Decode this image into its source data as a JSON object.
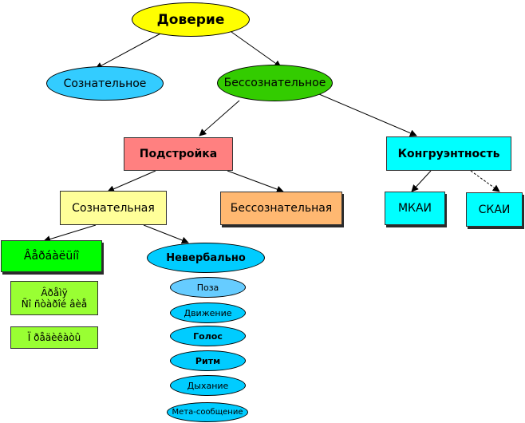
{
  "colors": {
    "yellow": "#ffff00",
    "blue_light": "#33ccff",
    "green": "#33cc00",
    "salmon": "#ff8080",
    "cyan": "#00ffff",
    "pale_yellow": "#ffff99",
    "orange": "#ffb871",
    "lime": "#00ff00",
    "yellow_green": "#99ff33",
    "cyan_blue": "#00ccff",
    "sky": "#66ccff",
    "line": "#000000"
  },
  "nodes": {
    "trust": "Доверие",
    "conscious": "Сознательное",
    "unconscious": "Бессознательное",
    "adjustment": "Подстройка",
    "congruence": "Конгруэнтность",
    "adj_conscious": "Сознательная",
    "adj_unconscious": "Бессознательная",
    "mkai": "МКАИ",
    "skai": "СКАИ",
    "verbal": "Âåðáàëüíî",
    "verbal_sub1_line1": "Âðåìÿ",
    "verbal_sub1_line2": "Ñî ñòàðîé âèå",
    "verbal_sub2": "Ï ðåäèêàòû",
    "nonverbal": "Невербально",
    "pose": "Поза",
    "movement": "Движение",
    "voice": "Голос",
    "rhythm": "Ритм",
    "breathing": "Дыхание",
    "meta_message": "Мета-сообщение"
  }
}
